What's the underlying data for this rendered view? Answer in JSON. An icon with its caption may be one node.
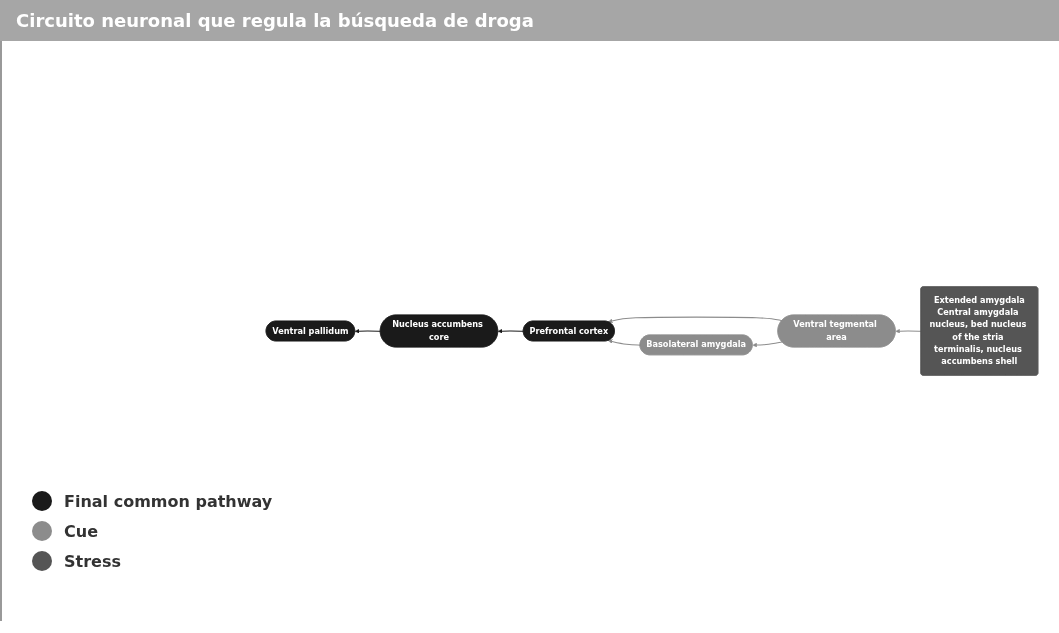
{
  "diagram": {
    "title": "Circuito neuronal que regula la búsqueda de droga",
    "nodes": [
      {
        "text": [
          "Ventral pallidum"
        ]
      },
      {
        "text": [
          "Nucleus accumbens core"
        ]
      },
      {
        "text": [
          "Prefrontal cortex"
        ]
      },
      {
        "text": [
          "Ventral tegmental area"
        ]
      },
      {
        "text": [
          "Basolateral amygdala"
        ]
      },
      {
        "text": [
          "Extended amygdala",
          "Central amygdala nucleus, bed nucleus of the stria terminalis, nucleus accumbens shell"
        ]
      }
    ],
    "edges": [
      {
        "from": 1,
        "to": 0,
        "arrow": "to",
        "color": "#1a1a1a"
      },
      {
        "from": 2,
        "to": 1,
        "arrow": "to",
        "color": "#1a1a1a"
      },
      {
        "from": 3,
        "to": 2,
        "arrow": "to"
      },
      {
        "from": 3,
        "to": 4,
        "arrow": "to"
      },
      {
        "from": 4,
        "to": 2,
        "arrow": "to"
      },
      {
        "from": 5,
        "to": 3,
        "arrow": "to"
      }
    ],
    "legend": [
      {
        "text": "Final common pathway",
        "color": "#1a1a1a"
      },
      {
        "text": "Cue",
        "color": "#8c8c8c"
      },
      {
        "text": "Stress",
        "color": "#555555"
      }
    ]
  }
}
